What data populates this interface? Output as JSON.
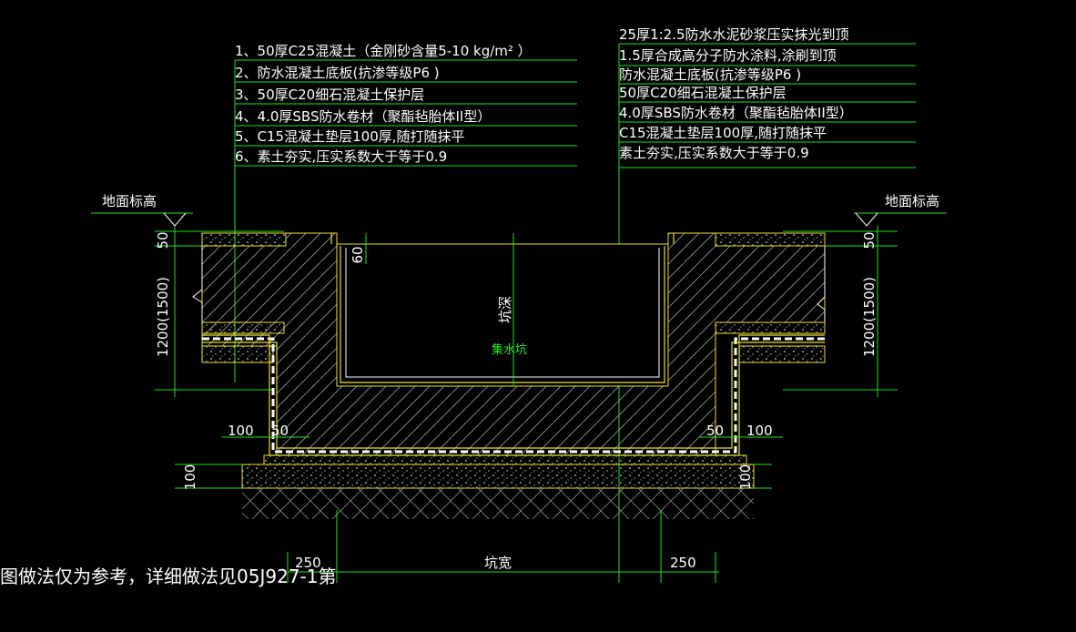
{
  "notes_left": [
    "1、50厚C25混凝土（金刚砂含量5-10 kg/m² ）",
    "2、防水混凝土底板(抗渗等级P6 )",
    "3、50厚C20细石混凝土保护层",
    "4、4.0厚SBS防水卷材（聚酯毡胎体II型）",
    "5、C15混凝土垫层100厚,随打随抹平",
    "6、素土夯实,压实系数大于等于0.9"
  ],
  "notes_right": [
    "25厚1:2.5防水水泥砂浆压实抹光到顶",
    "1.5厚合成高分子防水涂料,涂刷到顶",
    "防水混凝土底板(抗渗等级P6 )",
    "50厚C20细石混凝土保护层",
    "4.0厚SBS防水卷材（聚酯毡胎体II型）",
    "C15混凝土垫层100厚,随打随抹平",
    "素土夯实,压实系数大于等于0.9"
  ],
  "ground_label_left": "地面标高",
  "ground_label_right": "地面标高",
  "dim_50_left": "50",
  "dim_50_right": "50",
  "dim_height_left": "1200(1500)",
  "dim_height_right": "1200(1500)",
  "dim_60": "60",
  "pit_depth_label": "坑深",
  "pit_name": "集水坑",
  "dim_100_left": "100",
  "dim_50_lower_left": "50",
  "dim_50_lower_right": "50",
  "dim_100_right": "100",
  "dim_100_base_left": "100",
  "dim_100_base_right": "100",
  "dim_250_left": "250",
  "dim_250_right": "250",
  "pit_width_label": "坑宽",
  "footnote": "图做法仅为参考，详细做法见05J927-1第",
  "colors": {
    "background": "#000000",
    "leader": "#22dd22",
    "outline": "#e8e030",
    "text": "#ffffff",
    "label": "#22ee22"
  }
}
